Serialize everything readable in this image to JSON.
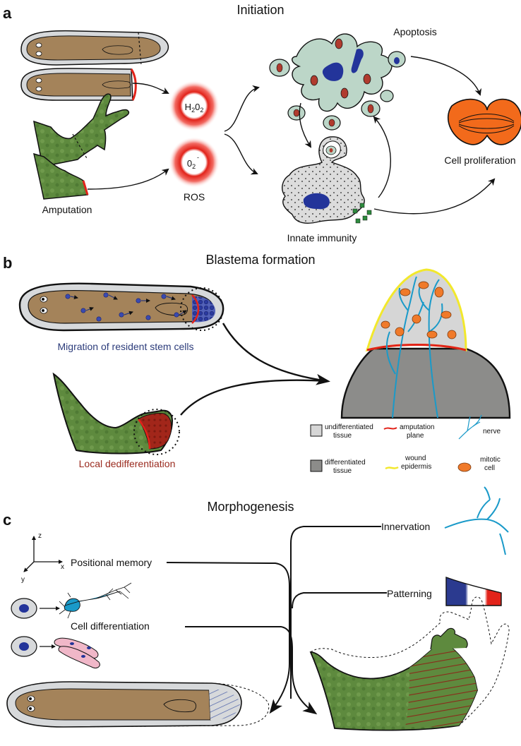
{
  "panels": {
    "a": {
      "letter": "a",
      "title": "Initiation",
      "amputation_label": "Amputation",
      "h2o2_main": "H",
      "h2o2_sub1": "2",
      "h2o2_mid": "0",
      "h2o2_sub2": "2",
      "o2_main": "0",
      "o2_sub": "2",
      "o2_sup": "-",
      "ros_label": "ROS",
      "apoptosis_label": "Apoptosis",
      "innate_label": "Innate immunity",
      "proliferation_label": "Cell proliferation"
    },
    "b": {
      "letter": "b",
      "title": "Blastema formation",
      "migration_label": "Migration of resident stem cells",
      "dediff_label": "Local dedifferentiation",
      "legend": {
        "undiff_line1": "undifferentiated",
        "undiff_line2": "tissue",
        "amp_line1": "amputation",
        "amp_line2": "plane",
        "nerve": "nerve",
        "diff_line1": "differentiated",
        "diff_line2": "tissue",
        "wound_line1": "wound",
        "wound_line2": "epidermis",
        "mitotic_line1": "mitotic",
        "mitotic_line2": "cell"
      }
    },
    "c": {
      "letter": "c",
      "title": "Morphogenesis",
      "axis_z": "z",
      "axis_x": "x",
      "axis_y": "y",
      "positional_memory": "Positional memory",
      "cell_differentiation": "Cell differentiation",
      "innervation": "Innervation",
      "patterning": "Patterning"
    }
  },
  "colors": {
    "planarian_body": "#a4835a",
    "planarian_outline_fill": "#d7d9db",
    "limb_green": "#5e8a3e",
    "amputation_red": "#e2231a",
    "apoptosis_cell": "#bcd6c8",
    "nucleus_blue": "#23349a",
    "mitotic_orange": "#f07a2a",
    "proliferation_orange": "#f26a1b",
    "wound_epidermis_yellow": "#f2e82c",
    "nerve_blue": "#1a9ac9",
    "undiff_gray": "#d6d6d6",
    "diff_gray": "#8c8c8a",
    "dedifferentiation_red": "#a2261a",
    "migration_text": "#2b3b7a",
    "dediff_text": "#9a2a1e",
    "immune_green": "#2e8b3e",
    "flag_blue": "#2b3a8f",
    "flag_red": "#e2231a"
  },
  "icons": [
    "ros-h2o2-icon",
    "ros-o2-icon",
    "apoptotic-cell-icon",
    "macrophage-icon",
    "mitotic-cell-icon",
    "nerve-icon",
    "flag-gradient-icon",
    "neuron-icon",
    "muscle-fiber-icon",
    "axis-icon"
  ]
}
